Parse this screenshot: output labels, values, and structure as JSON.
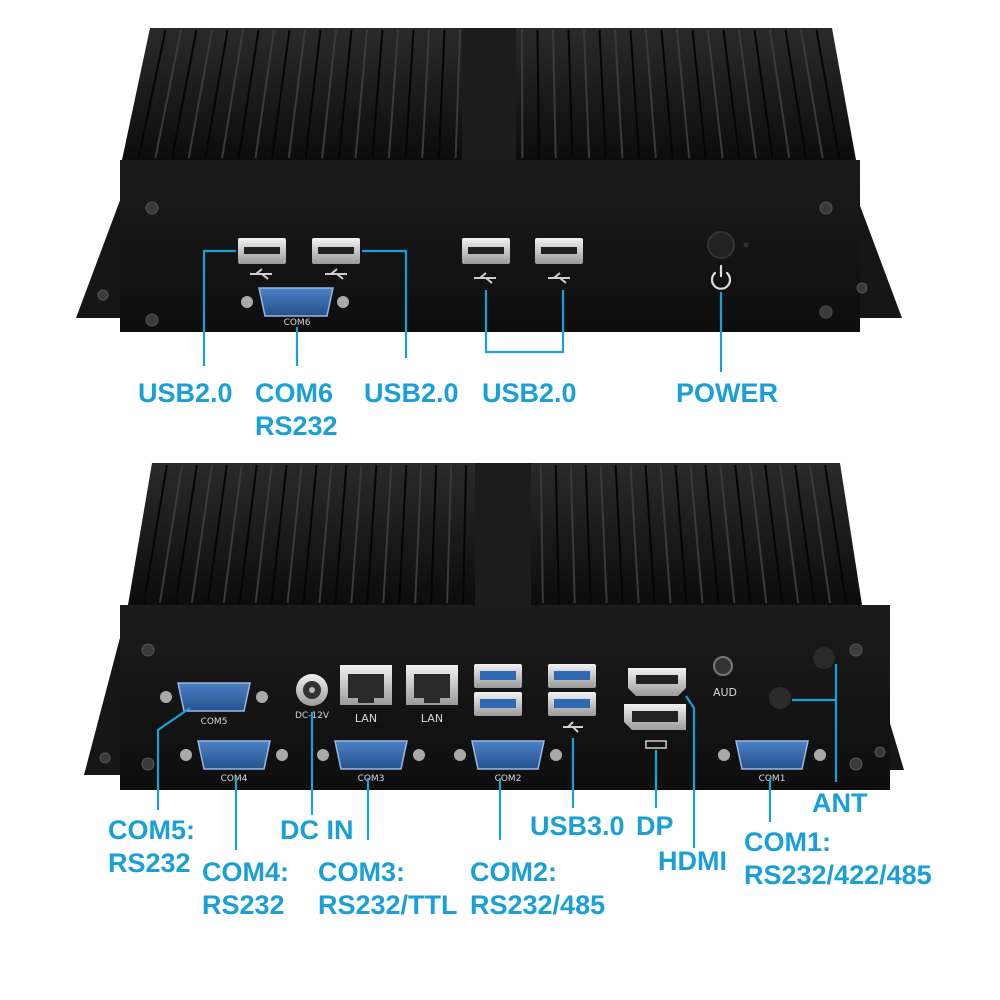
{
  "colors": {
    "accent": "#1a9fd6",
    "chassis": "#121212",
    "port_blue": "#2f69b3",
    "background": "#ffffff"
  },
  "top_view": {
    "panel_labels": {
      "com6": "COM6"
    },
    "callouts": {
      "usb_left": "USB2.0",
      "com6": "COM6\nRS232",
      "usb_middle": "USB2.0",
      "usb_right": "USB2.0",
      "power": "POWER"
    },
    "icons": [
      "usb-icon",
      "power-icon"
    ]
  },
  "bottom_view": {
    "panel_labels": {
      "com5": "COM5",
      "com4": "COM4",
      "dc": "DC-12V",
      "lan1": "LAN",
      "lan2": "LAN",
      "com3": "COM3",
      "com2": "COM2",
      "aud": "AUD",
      "com1": "COM1"
    },
    "callouts": {
      "com5": "COM5:\nRS232",
      "com4": "COM4:\nRS232",
      "dc_in": "DC IN",
      "com3": "COM3:\nRS232/TTL",
      "com2": "COM2:\nRS232/485",
      "usb3": "USB3.0",
      "dp": "DP",
      "hdmi": "HDMI",
      "com1": "COM1:\nRS232/422/485",
      "ant": "ANT"
    }
  }
}
